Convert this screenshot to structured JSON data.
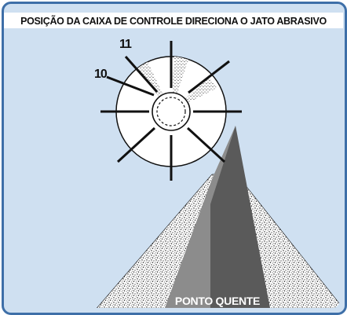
{
  "diagram": {
    "title": "POSIÇÃO DA CAIXA DE CONTROLE DIRECIONA O JATO ABRASIVO",
    "positions": [
      {
        "label": "11"
      },
      {
        "label": "10"
      }
    ],
    "hotspot_label": "PONTO QUENTE",
    "colors": {
      "border": "#3e6fa8",
      "background": "#cfe0f1",
      "jet_dark": "#5a5a5a",
      "jet_light": "#8c8c8c",
      "abrasive": "#111111"
    }
  }
}
